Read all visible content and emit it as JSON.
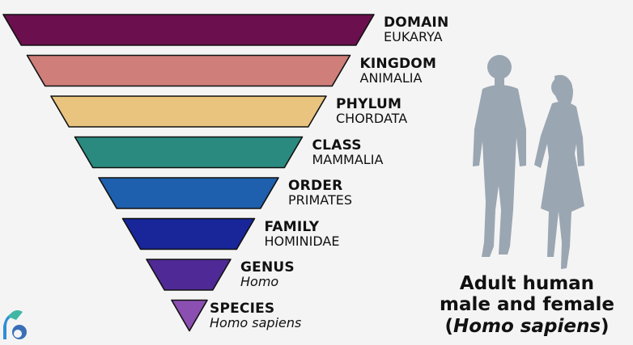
{
  "colors": {
    "background": "#f4f4f4",
    "silhouette": "#9aa6b2",
    "bar_stroke": "#111111"
  },
  "levels": [
    {
      "rank": "DOMAIN",
      "value": "EUKARYA",
      "italic": false,
      "color": "#6b0f4e"
    },
    {
      "rank": "KINGDOM",
      "value": "ANIMALIA",
      "italic": false,
      "color": "#cf7e7a"
    },
    {
      "rank": "PHYLUM",
      "value": "CHORDATA",
      "italic": false,
      "color": "#e9c47f"
    },
    {
      "rank": "CLASS",
      "value": "MAMMALIA",
      "italic": false,
      "color": "#2b8a7f"
    },
    {
      "rank": "ORDER",
      "value": "PRIMATES",
      "italic": false,
      "color": "#1e5fae"
    },
    {
      "rank": "FAMILY",
      "value": "HOMINIDAE",
      "italic": false,
      "color": "#18269a"
    },
    {
      "rank": "GENUS",
      "value": "Homo",
      "italic": true,
      "color": "#4f2a96"
    },
    {
      "rank": "SPECIES",
      "value": "Homo sapiens",
      "italic": true,
      "color": "#8a4fb0"
    }
  ],
  "caption": {
    "line1": "Adult human",
    "line2": "male and female",
    "line3_open": "(",
    "line3_species": "Homo sapiens",
    "line3_close": ")"
  },
  "icons": {
    "logo": "b-logo-icon",
    "figures": "human-couple-silhouette-icon"
  }
}
